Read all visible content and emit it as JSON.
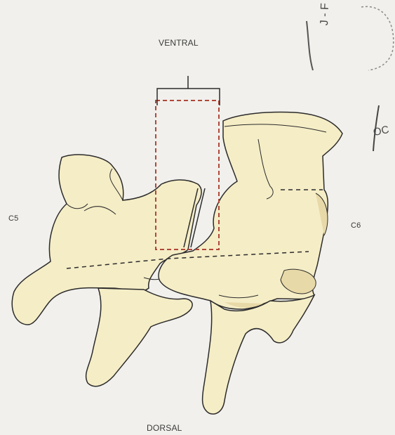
{
  "labels": {
    "ventral": "VENTRAL",
    "dorsal": "DORSAL",
    "left_vertebra": "C5",
    "right_vertebra": "C6"
  },
  "stamp": {
    "fragment_a": "J - F",
    "fragment_b": "OC"
  },
  "colors": {
    "bone_fill": "#f5edc6",
    "bone_shadow": "#e8d9a8",
    "outline": "#2b2b2b",
    "dashed_box": "#b0483a",
    "background": "#f1f0ec"
  }
}
